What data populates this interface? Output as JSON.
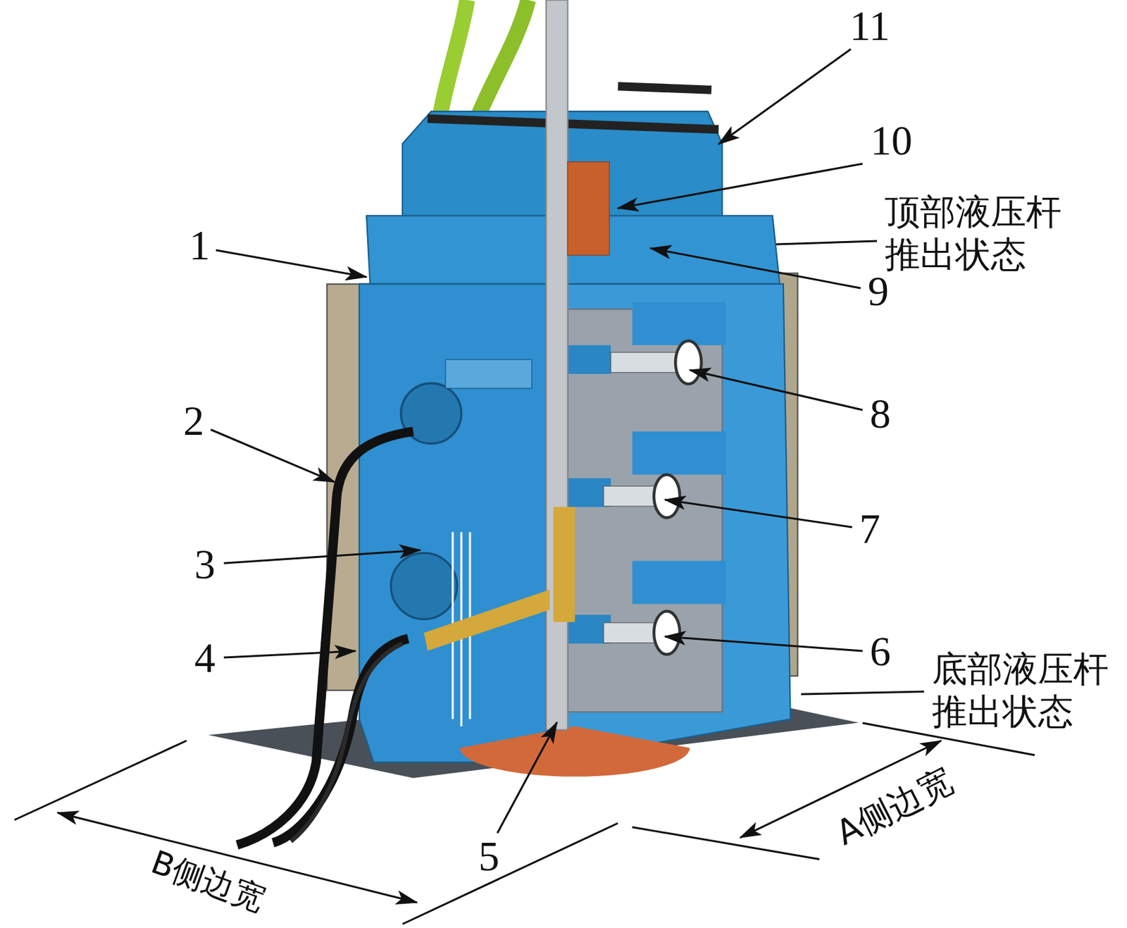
{
  "diagram": {
    "labels": [
      "11",
      "10",
      "1",
      "顶部液压杆 推出状态",
      "9",
      "8",
      "2",
      "7",
      "3",
      "6",
      "4",
      "底部液压杆 推出状态",
      "5",
      "A侧边宽",
      "B侧边宽"
    ]
  }
}
